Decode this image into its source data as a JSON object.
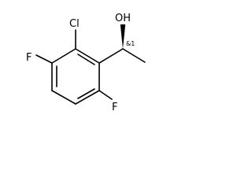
{
  "molecule": {
    "atoms": {
      "cl": "Cl",
      "oh": "OH",
      "f_left": "F",
      "f_bottom": "F"
    },
    "stereo_label": "&1"
  },
  "colors": {
    "ink": "#000000",
    "background": "#ffffff"
  }
}
